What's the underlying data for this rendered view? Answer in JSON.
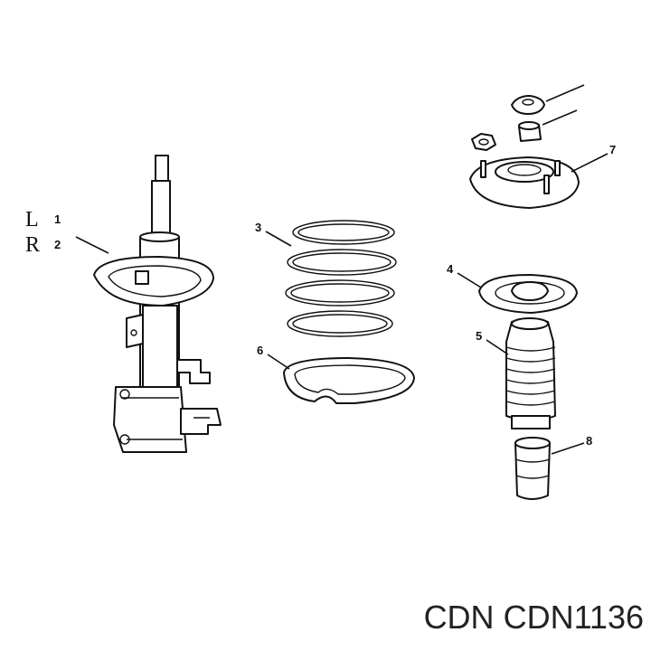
{
  "diagram": {
    "side_labels": [
      {
        "letter": "L",
        "number": "1"
      },
      {
        "letter": "R",
        "number": "2"
      }
    ],
    "callouts": [
      "3",
      "4",
      "5",
      "6",
      "7",
      "8"
    ]
  },
  "footer": {
    "brand": "CDN",
    "part_number": "CDN1136"
  }
}
